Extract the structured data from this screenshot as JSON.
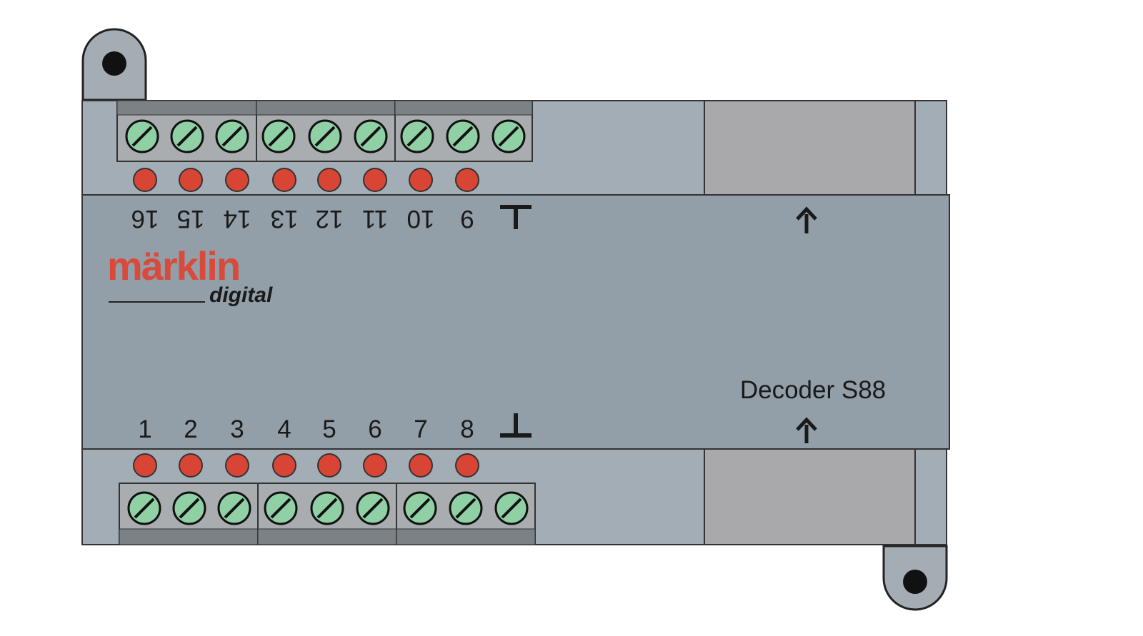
{
  "brand": {
    "name": "märklin",
    "sub": "digital",
    "color": "#d94a3a"
  },
  "device": {
    "title": "Decoder S88",
    "body_color": "#929ea8",
    "edge_color": "#a3adb6",
    "port_color": "#a9a9ab"
  },
  "bottom_row": {
    "labels": [
      "1",
      "2",
      "3",
      "4",
      "5",
      "6",
      "7",
      "8"
    ],
    "ground_symbol": "⊥"
  },
  "top_row": {
    "labels": [
      "9",
      "10",
      "11",
      "12",
      "13",
      "14",
      "15",
      "16"
    ],
    "ground_symbol": "⊥"
  },
  "terminal": {
    "screw_color": "#8fd0a4",
    "led_color": "#d84535",
    "block_color": "#a9adb0"
  }
}
